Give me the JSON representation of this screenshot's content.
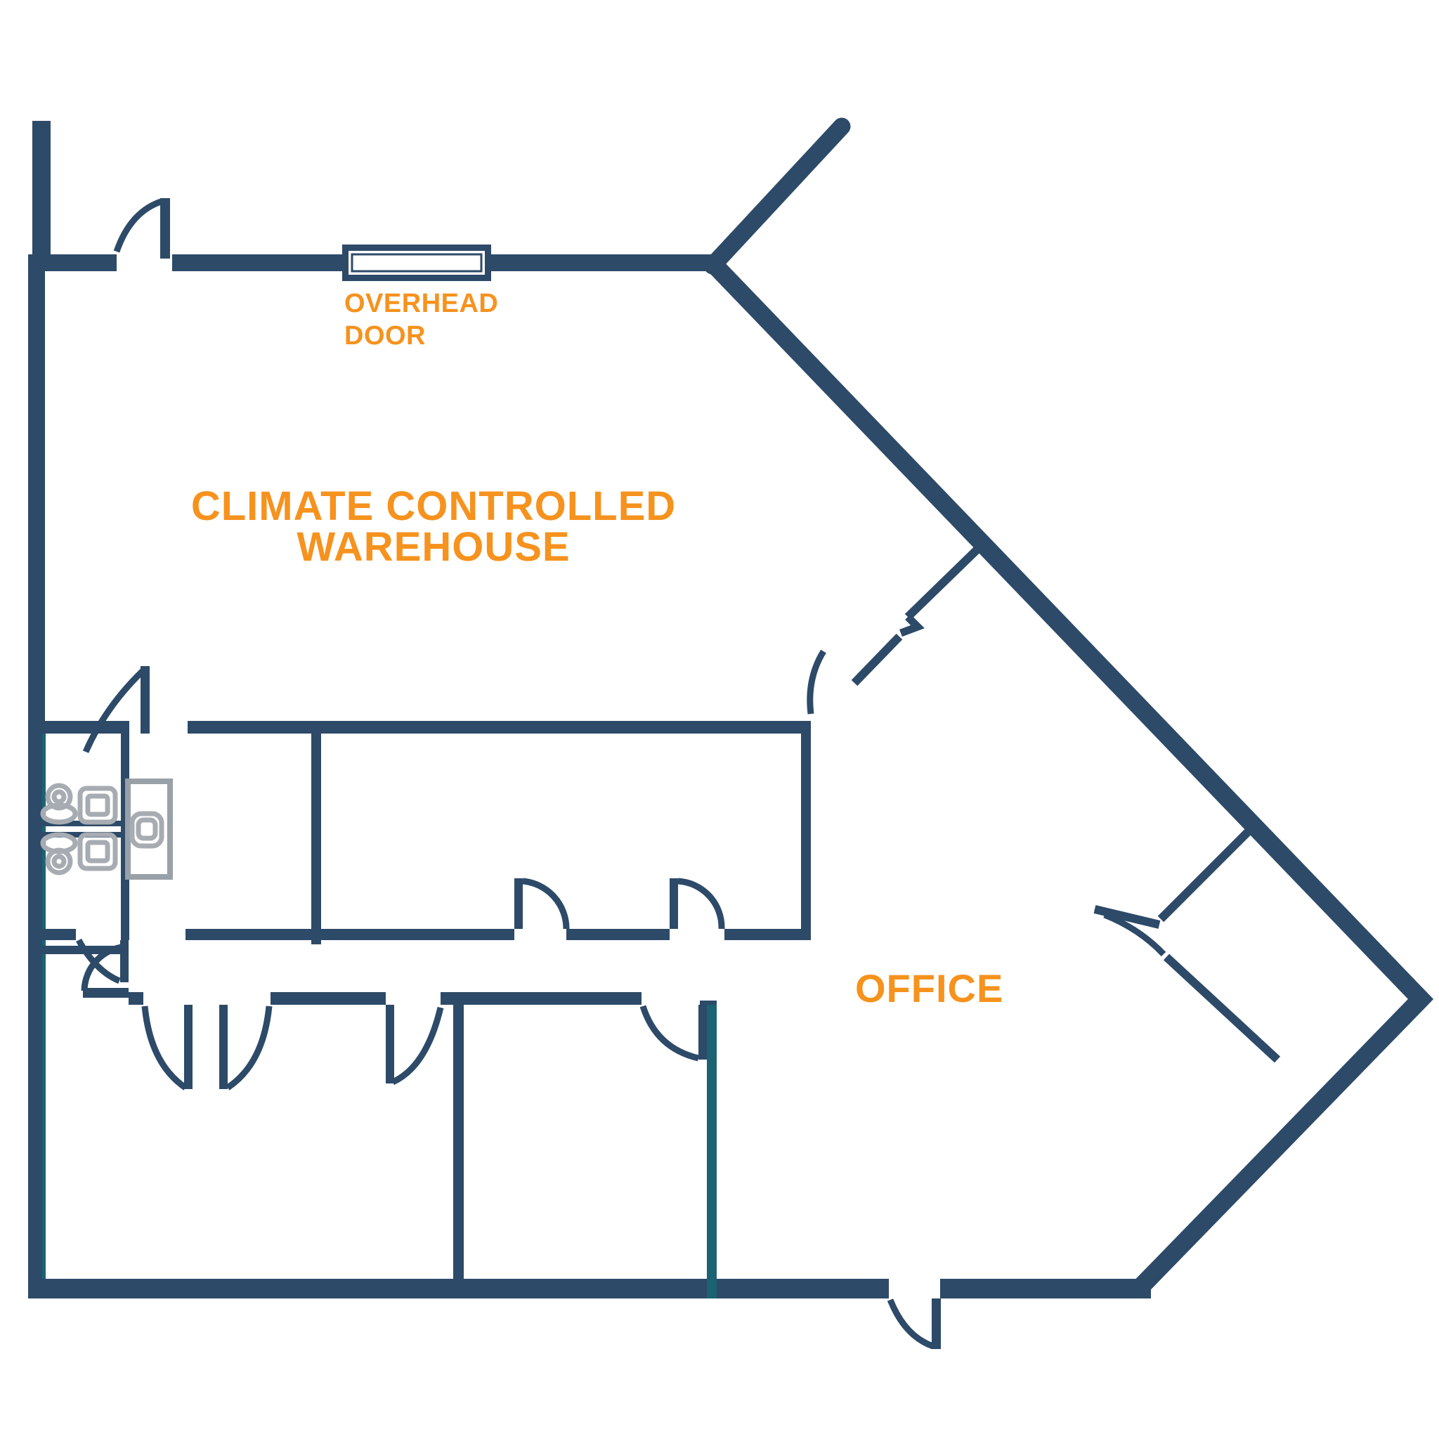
{
  "title": "warehouse-office-floor-plan",
  "colors": {
    "wall": "#2D4A68",
    "teal": "#1B6372",
    "orange": "#F6921E",
    "gray": "#A7ACB2",
    "desk": "#98A0A8",
    "bg": "#FFFFFF"
  },
  "labels": {
    "warehouse_line1": "CLIMATE CONTROLLED",
    "warehouse_line2": "WAREHOUSE",
    "overhead_line1": "OVERHEAD",
    "overhead_line2": "DOOR",
    "office": "OFFICE"
  },
  "rooms": [
    {
      "name": "climate-controlled-warehouse",
      "label": "CLIMATE CONTROLLED WAREHOUSE"
    },
    {
      "name": "office",
      "label": "OFFICE"
    },
    {
      "name": "restroom-upper",
      "label": ""
    },
    {
      "name": "restroom-lower",
      "label": ""
    }
  ],
  "features": [
    {
      "name": "overhead-door",
      "label": "OVERHEAD DOOR"
    },
    {
      "name": "toilet",
      "count": 2
    },
    {
      "name": "sink",
      "count": 2
    },
    {
      "name": "desk-with-chair",
      "count": 1
    },
    {
      "name": "swing-door",
      "count": 12
    }
  ]
}
